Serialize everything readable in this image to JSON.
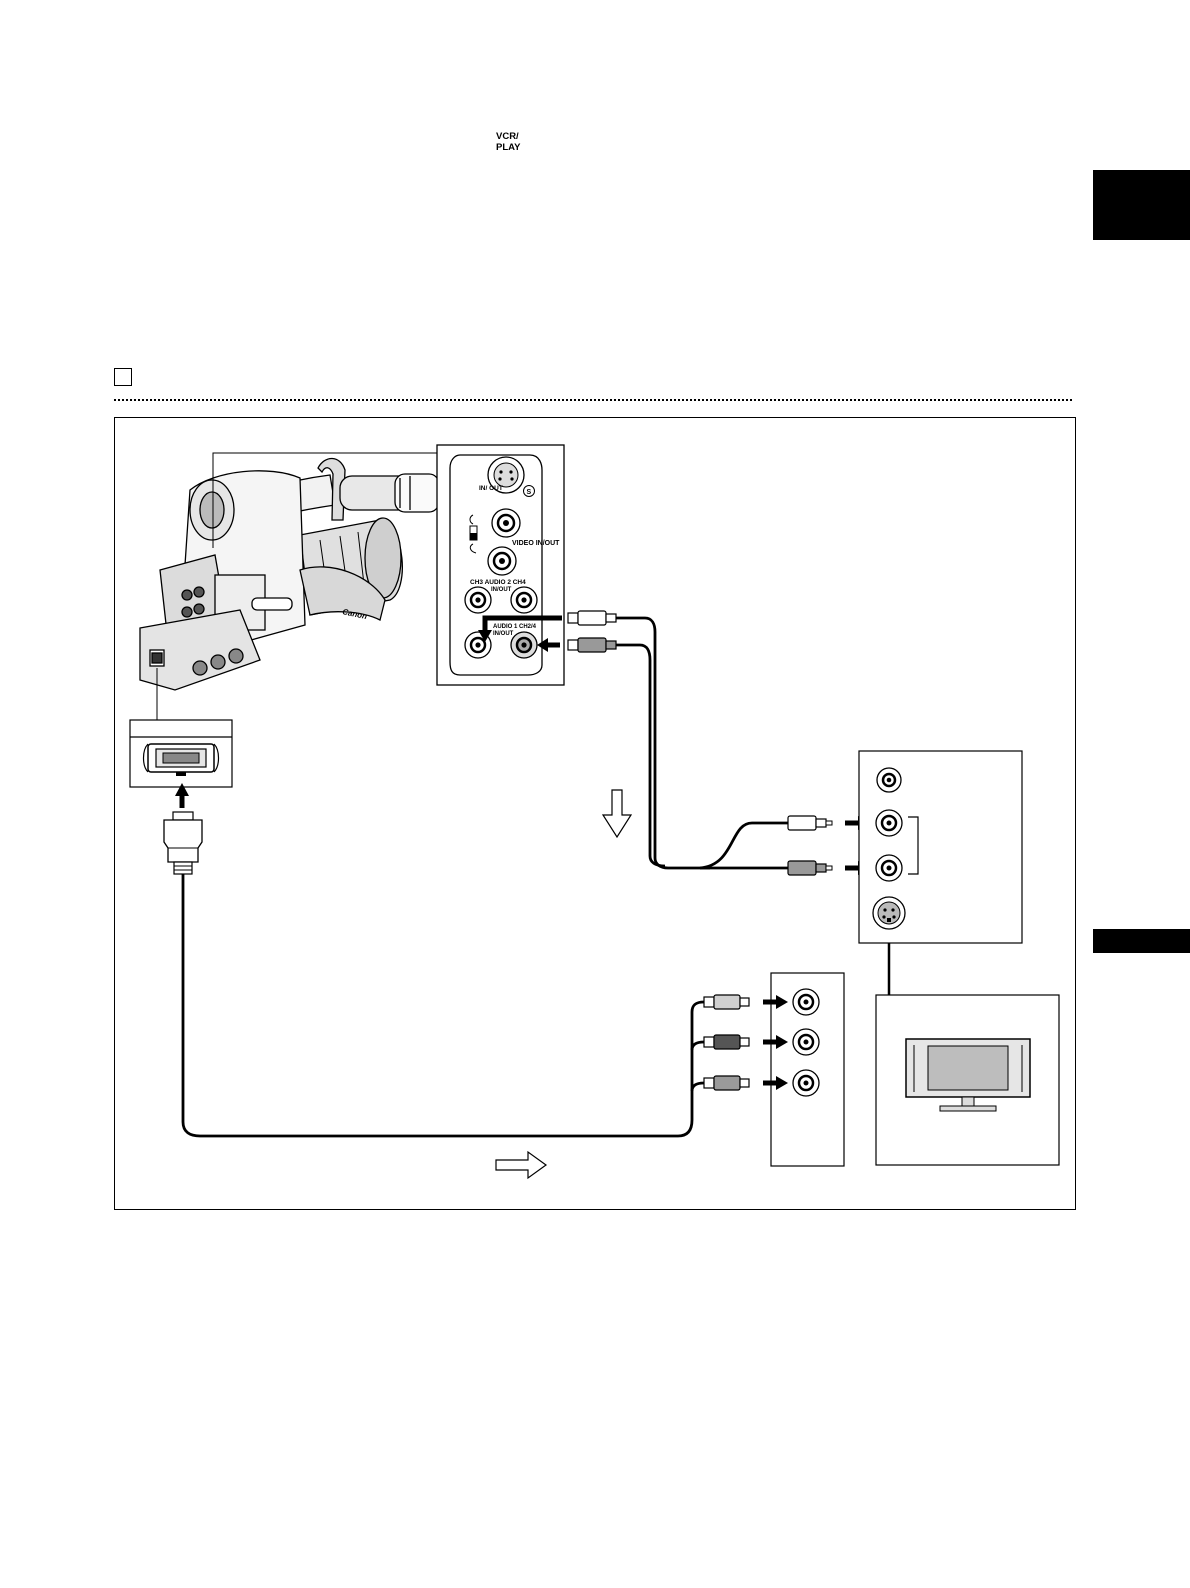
{
  "header": {
    "mode_icon": {
      "line1": "VCR/",
      "line2": "PLAY"
    }
  },
  "tabs": {
    "top_color": "#000000",
    "mid_color": "#000000"
  },
  "camcorder_panel": {
    "s_video_label": "IN/ OUT",
    "s_symbol": "S",
    "video_label": "VIDEO IN/OUT",
    "audio2_label": "CH3  AUDIO 2  CH4",
    "audio2_sub": "IN/OUT",
    "audio1_label": "AUDIO 1 CH2/4",
    "audio1_sub": "IN/OUT"
  },
  "camera": {
    "brand_text": "Canon"
  },
  "icons": [
    "camcorder-illustration",
    "connector-closeup",
    "component-plug",
    "rca-plug",
    "signal-flow-arrow",
    "tv-monitor-icon"
  ],
  "colors": {
    "line": "#000000",
    "fill_light": "#e6e6e6",
    "fill_mid": "#9a9a9a",
    "fill_dark": "#555555"
  }
}
